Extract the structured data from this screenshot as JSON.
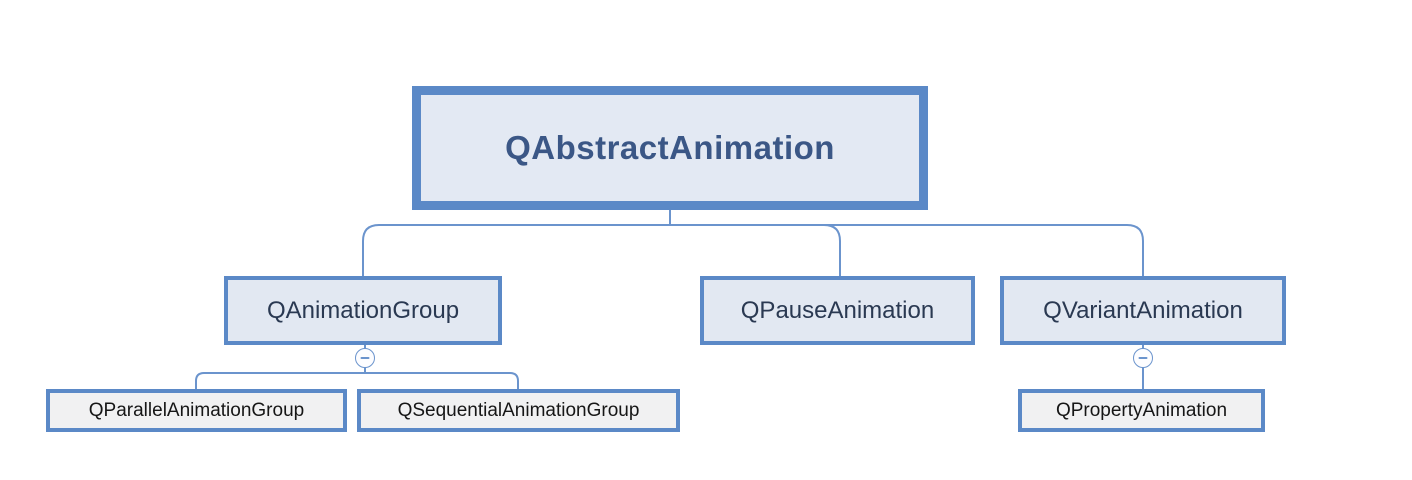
{
  "diagram": {
    "kind": "class-inheritance-tree",
    "root": {
      "label": "QAbstractAnimation"
    },
    "children": [
      {
        "label": "QAnimationGroup",
        "toggle": {
          "icon": "collapse-minus-icon",
          "state": "expanded"
        },
        "children": [
          {
            "label": "QParallelAnimationGroup"
          },
          {
            "label": "QSequentialAnimationGroup"
          }
        ]
      },
      {
        "label": "QPauseAnimation",
        "children": []
      },
      {
        "label": "QVariantAnimation",
        "toggle": {
          "icon": "collapse-minus-icon",
          "state": "expanded"
        },
        "children": [
          {
            "label": "QPropertyAnimation"
          }
        ]
      }
    ],
    "colors": {
      "node_border": "#5b89c7",
      "connector": "#6b94cd",
      "root_fill": "#e3e9f3",
      "branch_fill": "#e2e8f2",
      "leaf_fill": "#f1f1f2",
      "root_text": "#3b5786",
      "branch_text": "#2a3952",
      "leaf_text": "#161616",
      "background": "#ffffff"
    }
  }
}
